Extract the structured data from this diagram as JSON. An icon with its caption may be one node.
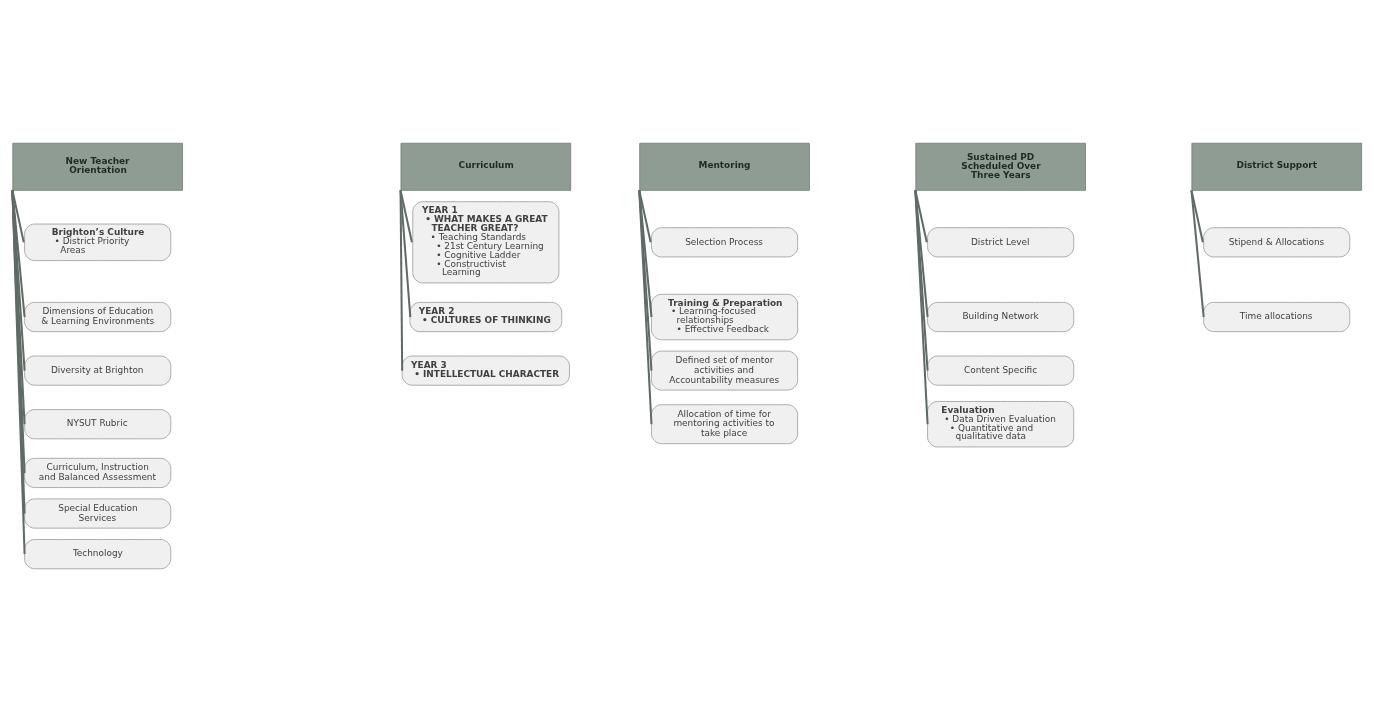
{
  "diagram": {
    "nodes": [
      {
        "text": [
          "New Teacher Orientation"
        ]
      },
      {
        "text": [
          "Brighton’s Culture",
          "• District Priority Areas"
        ]
      },
      {
        "text": [
          "Dimensions of Education & Learning Environments"
        ]
      },
      {
        "text": [
          "Diversity at Brighton"
        ]
      },
      {
        "text": [
          "NYSUT Rubric"
        ]
      },
      {
        "text": [
          "Curriculum, Instruction and Balanced Assessment"
        ]
      },
      {
        "text": [
          "Special Education Services"
        ]
      },
      {
        "text": [
          "Technology"
        ]
      },
      {
        "text": [
          "Curriculum"
        ]
      },
      {
        "text": [
          "YEAR 1",
          "• WHAT MAKES A GREAT TEACHER GREAT?",
          "• Teaching Standards",
          "• 21st Century Learning",
          "• Cognitive Ladder",
          "• Constructivist Learning"
        ]
      },
      {
        "text": [
          "YEAR 2",
          "• CULTURES OF THINKING"
        ]
      },
      {
        "text": [
          "YEAR 3",
          "• INTELLECTUAL CHARACTER"
        ]
      },
      {
        "text": [
          "Mentoring"
        ]
      },
      {
        "text": [
          "Selection Process"
        ]
      },
      {
        "text": [
          "Training & Preparation",
          "• Learning-focused relationships",
          "• Effective Feedback"
        ]
      },
      {
        "text": [
          "Defined set of mentor activities and Accountability measures"
        ]
      },
      {
        "text": [
          "Allocation of time for mentoring activities to take place"
        ]
      },
      {
        "text": [
          "Sustained PD Scheduled Over Three Years"
        ]
      },
      {
        "text": [
          "District Level"
        ]
      },
      {
        "text": [
          "Building Network"
        ]
      },
      {
        "text": [
          "Content Specific"
        ]
      },
      {
        "text": [
          "Evaluation",
          "• Data Driven Evaluation",
          "• Quantitative and qualitative data"
        ]
      },
      {
        "text": [
          "District Support"
        ]
      },
      {
        "text": [
          "Stipend & Allocations"
        ]
      },
      {
        "text": [
          "Time allocations"
        ]
      }
    ],
    "edges": [
      {
        "from": 0,
        "to": 1,
        "arrow": "none"
      },
      {
        "from": 0,
        "to": 2,
        "arrow": "none"
      },
      {
        "from": 0,
        "to": 3,
        "arrow": "none"
      },
      {
        "from": 0,
        "to": 4,
        "arrow": "none"
      },
      {
        "from": 0,
        "to": 5,
        "arrow": "none"
      },
      {
        "from": 0,
        "to": 6,
        "arrow": "none"
      },
      {
        "from": 0,
        "to": 7,
        "arrow": "none"
      },
      {
        "from": 8,
        "to": 9,
        "arrow": "none"
      },
      {
        "from": 8,
        "to": 10,
        "arrow": "none"
      },
      {
        "from": 8,
        "to": 11,
        "arrow": "none"
      },
      {
        "from": 12,
        "to": 13,
        "arrow": "none"
      },
      {
        "from": 12,
        "to": 14,
        "arrow": "none"
      },
      {
        "from": 12,
        "to": 15,
        "arrow": "none"
      },
      {
        "from": 12,
        "to": 16,
        "arrow": "none"
      },
      {
        "from": 17,
        "to": 18,
        "arrow": "none"
      },
      {
        "from": 17,
        "to": 19,
        "arrow": "none"
      },
      {
        "from": 17,
        "to": 20,
        "arrow": "none"
      },
      {
        "from": 17,
        "to": 21,
        "arrow": "none"
      },
      {
        "from": 22,
        "to": 23,
        "arrow": "none"
      },
      {
        "from": 22,
        "to": 24,
        "arrow": "none"
      }
    ]
  }
}
